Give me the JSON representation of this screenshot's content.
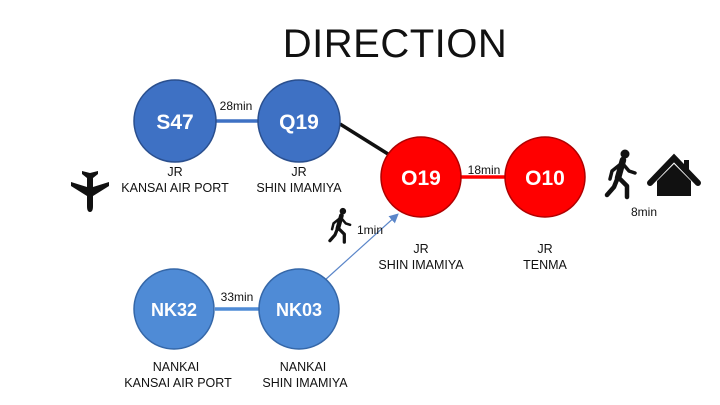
{
  "title": "DIRECTION",
  "stations": {
    "s47": {
      "code": "S47",
      "line1": "JR",
      "line2": "KANSAI AIR PORT",
      "color": "#3e71c4"
    },
    "q19": {
      "code": "Q19",
      "line1": "JR",
      "line2": "SHIN IMAMIYA",
      "color": "#3e71c4"
    },
    "o19": {
      "code": "O19",
      "line1": "JR",
      "line2": "SHIN IMAMIYA",
      "color": "#ff0000"
    },
    "o10": {
      "code": "O10",
      "line1": "JR",
      "line2": "TENMA",
      "color": "#ff0000"
    },
    "nk32": {
      "code": "NK32",
      "line1": "NANKAI",
      "line2": "KANSAI AIR PORT",
      "color": "#4f8bd6"
    },
    "nk03": {
      "code": "NK03",
      "line1": "NANKAI",
      "line2": "SHIN IMAMIYA",
      "color": "#4f8bd6"
    }
  },
  "links": {
    "s47_q19": "28min",
    "o19_o10": "18min",
    "nk32_nk03": "33min",
    "nk03_o19_walk": "1min",
    "o10_home_walk": "8min"
  },
  "icons": [
    "airplane-icon",
    "walking-person-icon",
    "home-icon"
  ],
  "colors": {
    "jr_blue": "#3e71c4",
    "nankai_blue": "#4f8bd6",
    "loop_red": "#ff0000",
    "connector": "#111111"
  }
}
